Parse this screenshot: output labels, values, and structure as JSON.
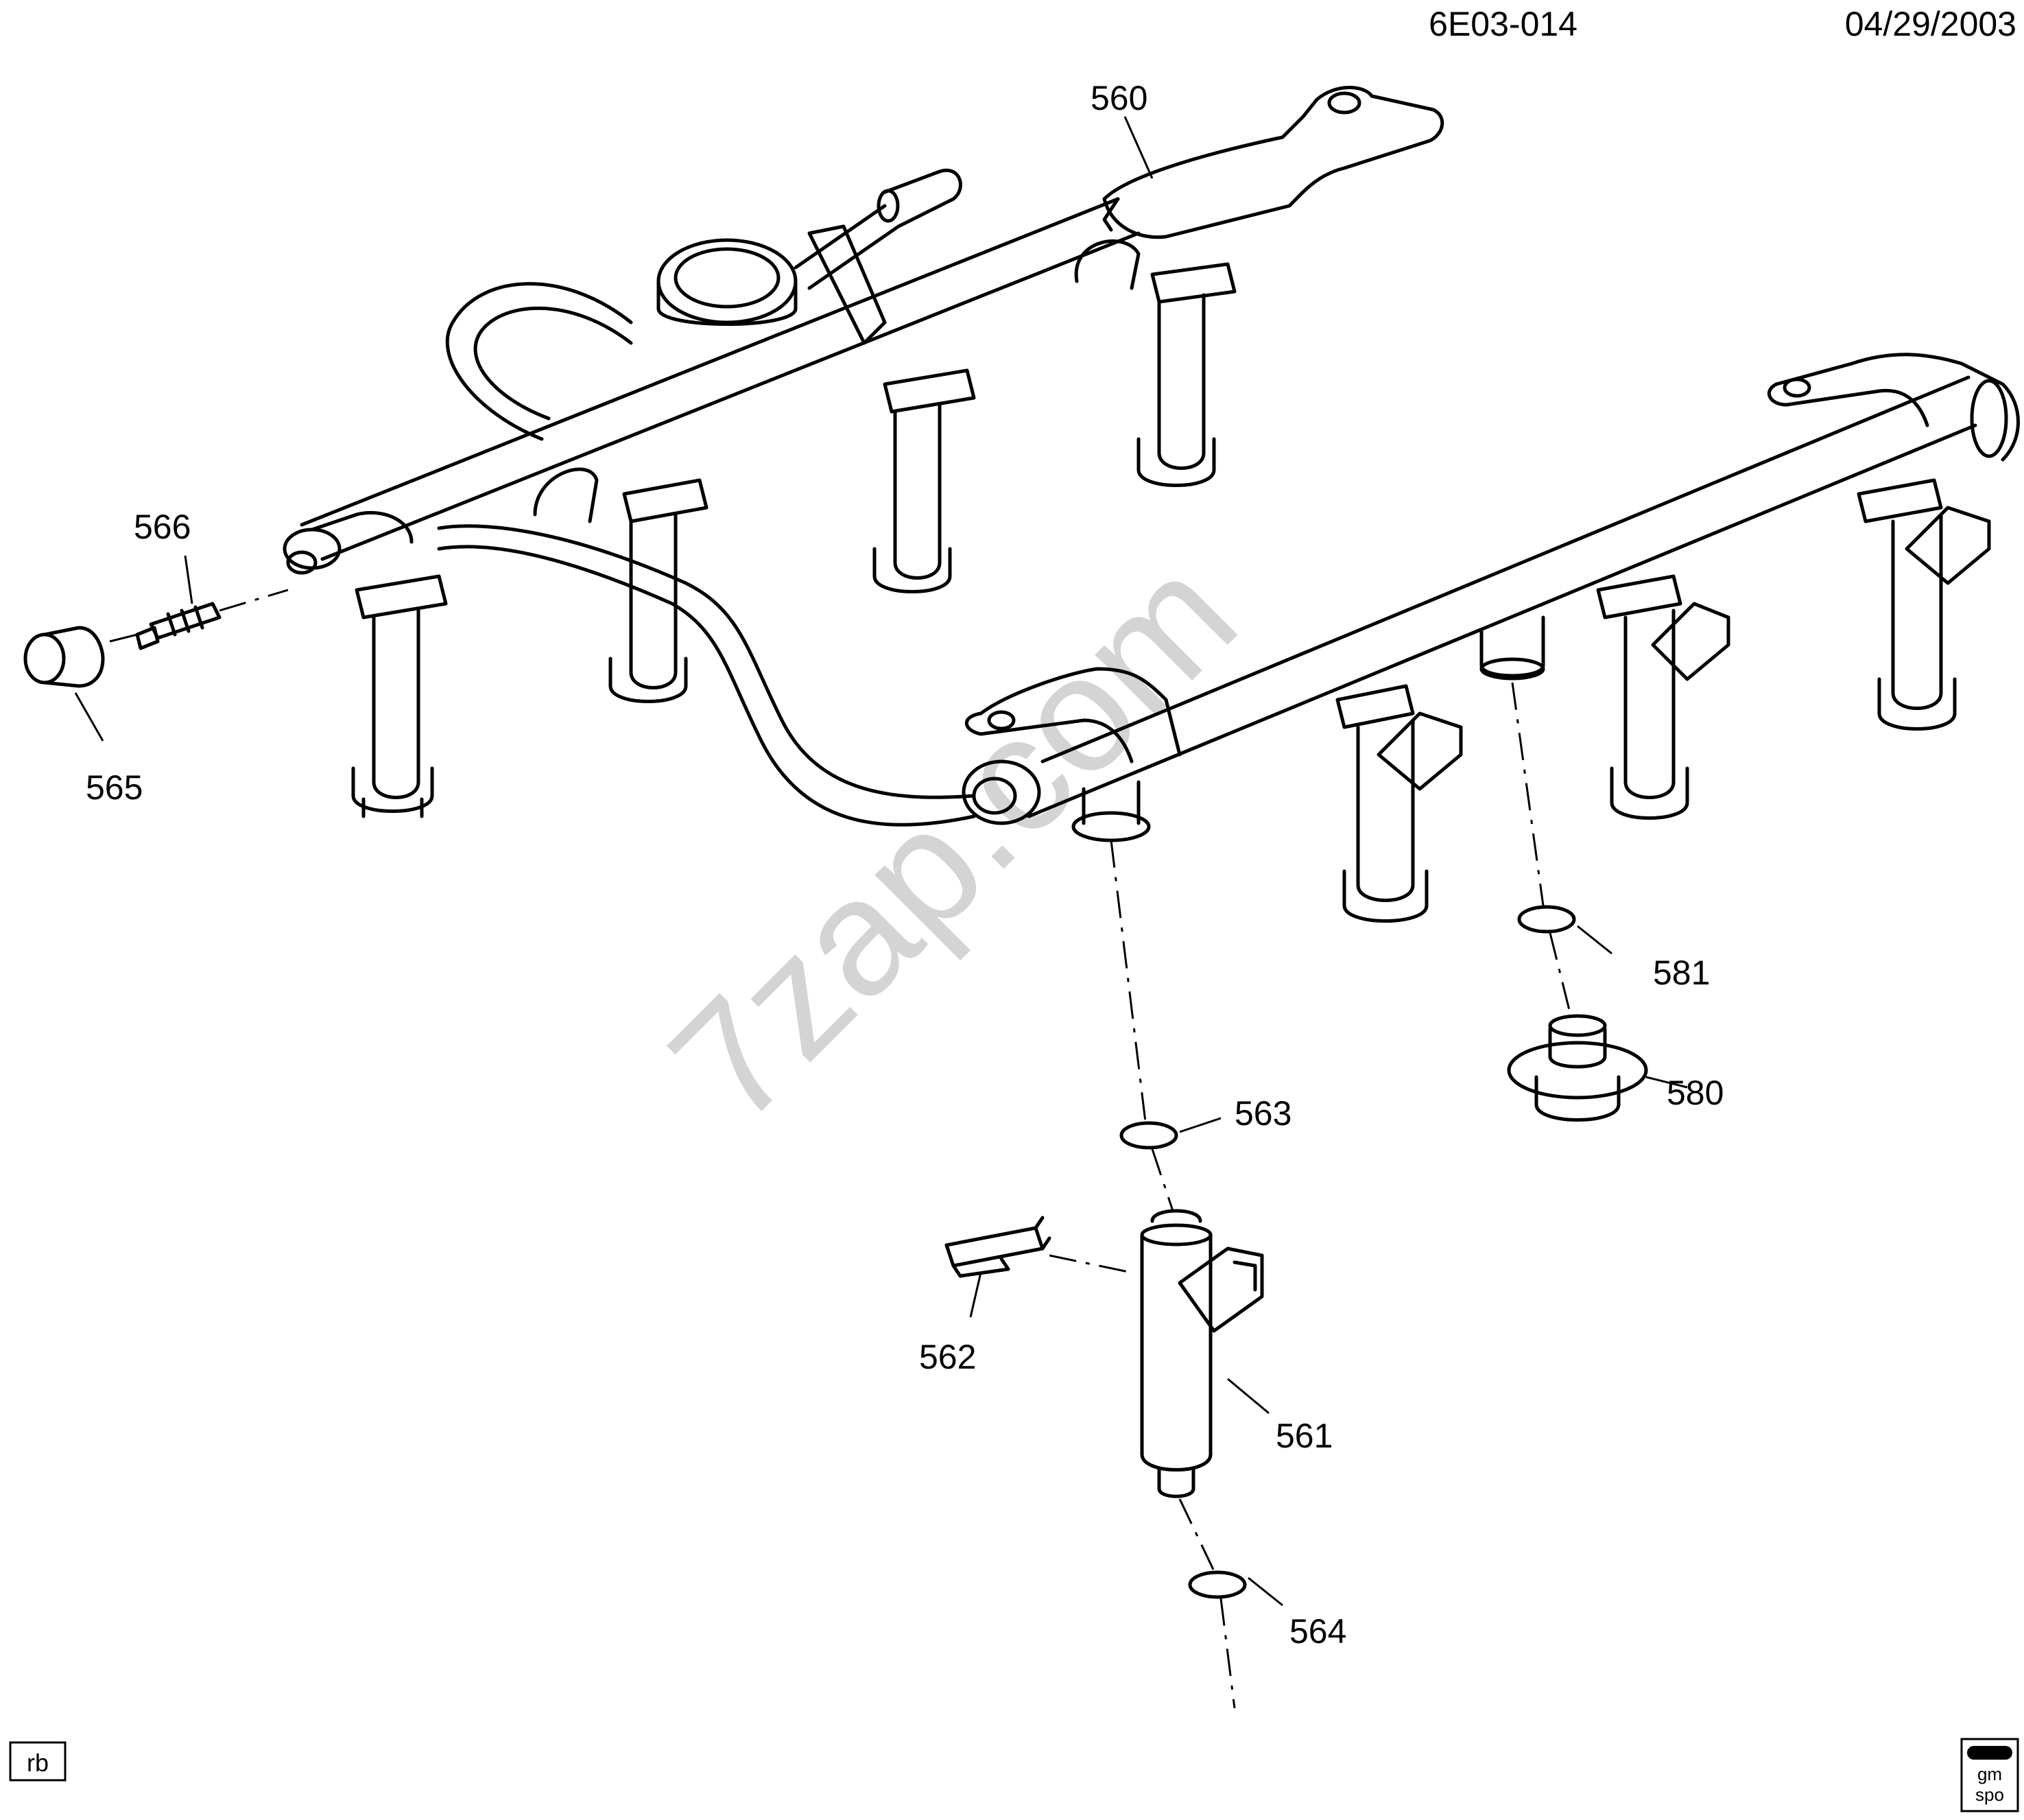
{
  "header": {
    "diagram_id": "6E03-014",
    "date": "04/29/2003"
  },
  "watermark": "7zap.com",
  "corner_tag": "rb",
  "logo": {
    "line1": "gm",
    "line2": "spo"
  },
  "callouts": {
    "c560": "560",
    "c561": "561",
    "c562": "562",
    "c563": "563",
    "c564": "564",
    "c565": "565",
    "c566": "566",
    "c580": "580",
    "c581": "581"
  },
  "colors": {
    "line": "#000000",
    "background": "#ffffff",
    "watermark": "#d4d4d4"
  }
}
